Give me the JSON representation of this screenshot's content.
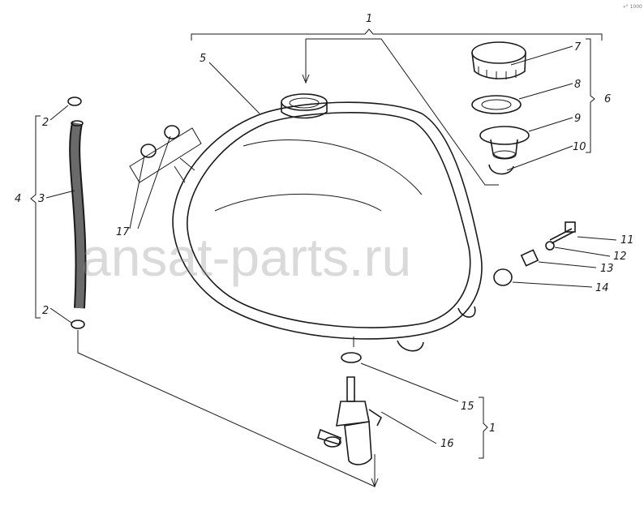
{
  "watermark": "ansat-parts.ru",
  "corner_mark": "«° 1000",
  "labels": {
    "l1_top": "1",
    "l1_bottom": "1",
    "l2_top": "2",
    "l2_bottom": "2",
    "l3": "3",
    "l4": "4",
    "l5": "5",
    "l6": "6",
    "l7": "7",
    "l8": "8",
    "l9": "9",
    "l10": "10",
    "l11": "11",
    "l12": "12",
    "l13": "13",
    "l14": "14",
    "l15": "15",
    "l16": "16",
    "l17": "17"
  }
}
